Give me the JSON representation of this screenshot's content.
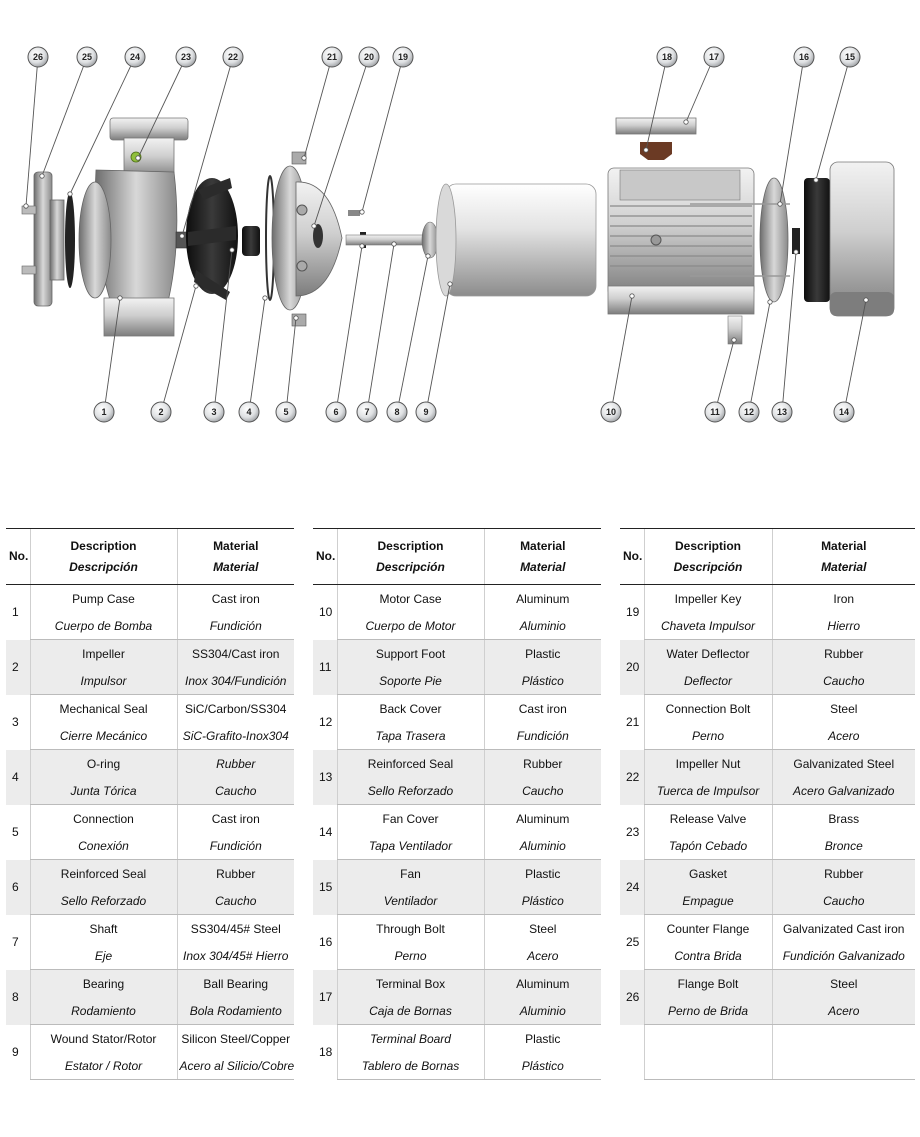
{
  "headers": {
    "no": "No.",
    "description_en": "Description",
    "description_es": "Descripción",
    "material_en": "Material",
    "material_es": "Material"
  },
  "parts": [
    {
      "no": "1",
      "en": "Pump Case",
      "es": "Cuerpo de Bomba",
      "mat_en": "Cast iron",
      "mat_es": "Fundición"
    },
    {
      "no": "2",
      "en": "Impeller",
      "es": "Impulsor",
      "mat_en": "SS304/Cast iron",
      "mat_es": "Inox 304/Fundición"
    },
    {
      "no": "3",
      "en": "Mechanical Seal",
      "es": "Cierre Mecánico",
      "mat_en": "SiC/Carbon/SS304",
      "mat_es": "SiC-Grafito-Inox304"
    },
    {
      "no": "4",
      "en": "O-ring",
      "es": "Junta Tórica",
      "mat_en": "Rubber",
      "mat_es": "Caucho"
    },
    {
      "no": "5",
      "en": "Connection",
      "es": "Conexión",
      "mat_en": "Cast iron",
      "mat_es": "Fundición"
    },
    {
      "no": "6",
      "en": "Reinforced Seal",
      "es": "Sello Reforzado",
      "mat_en": "Rubber",
      "mat_es": "Caucho"
    },
    {
      "no": "7",
      "en": "Shaft",
      "es": "Eje",
      "mat_en": "SS304/45# Steel",
      "mat_es": "Inox 304/45# Hierro"
    },
    {
      "no": "8",
      "en": "Bearing",
      "es": "Rodamiento",
      "mat_en": "Ball Bearing",
      "mat_es": "Bola Rodamiento"
    },
    {
      "no": "9",
      "en": "Wound Stator/Rotor",
      "es": "Estator / Rotor",
      "mat_en": "Silicon Steel/Copper",
      "mat_es": "Acero al Silicio/Cobre"
    },
    {
      "no": "10",
      "en": "Motor Case",
      "es": "Cuerpo de Motor",
      "mat_en": "Aluminum",
      "mat_es": "Aluminio"
    },
    {
      "no": "11",
      "en": "Support Foot",
      "es": "Soporte Pie",
      "mat_en": "Plastic",
      "mat_es": "Plástico"
    },
    {
      "no": "12",
      "en": "Back Cover",
      "es": "Tapa Trasera",
      "mat_en": "Cast iron",
      "mat_es": "Fundición"
    },
    {
      "no": "13",
      "en": "Reinforced Seal",
      "es": "Sello Reforzado",
      "mat_en": "Rubber",
      "mat_es": "Caucho"
    },
    {
      "no": "14",
      "en": "Fan Cover",
      "es": "Tapa Ventilador",
      "mat_en": "Aluminum",
      "mat_es": "Aluminio"
    },
    {
      "no": "15",
      "en": "Fan",
      "es": "Ventilador",
      "mat_en": "Plastic",
      "mat_es": "Plástico"
    },
    {
      "no": "16",
      "en": "Through Bolt",
      "es": "Perno",
      "mat_en": "Steel",
      "mat_es": "Acero"
    },
    {
      "no": "17",
      "en": "Terminal Box",
      "es": "Caja de Bornas",
      "mat_en": "Aluminum",
      "mat_es": "Aluminio"
    },
    {
      "no": "18",
      "en": "Terminal Board",
      "es": "Tablero de Bornas",
      "mat_en": "Plastic",
      "mat_es": "Plástico"
    },
    {
      "no": "19",
      "en": "Impeller Key",
      "es": "Chaveta Impulsor",
      "mat_en": "Iron",
      "mat_es": "Hierro"
    },
    {
      "no": "20",
      "en": "Water Deflector",
      "es": "Deflector",
      "mat_en": "Rubber",
      "mat_es": "Caucho"
    },
    {
      "no": "21",
      "en": "Connection Bolt",
      "es": "Perno",
      "mat_en": "Steel",
      "mat_es": "Acero"
    },
    {
      "no": "22",
      "en": "Impeller Nut",
      "es": "Tuerca de Impulsor",
      "mat_en": "Galvanizated Steel",
      "mat_es": "Acero Galvanizado"
    },
    {
      "no": "23",
      "en": "Release Valve",
      "es": "Tapón Cebado",
      "mat_en": "Brass",
      "mat_es": "Bronce"
    },
    {
      "no": "24",
      "en": "Gasket",
      "es": "Empague",
      "mat_en": "Rubber",
      "mat_es": "Caucho"
    },
    {
      "no": "25",
      "en": "Counter Flange",
      "es": "Contra Brida",
      "mat_en": "Galvanizated Cast iron",
      "mat_es": "Fundición Galvanizado"
    },
    {
      "no": "26",
      "en": "Flange Bolt",
      "es": "Perno de Brida",
      "mat_en": "Steel",
      "mat_es": "Acero"
    }
  ],
  "callouts": [
    "1",
    "2",
    "3",
    "4",
    "5",
    "6",
    "7",
    "8",
    "9",
    "10",
    "11",
    "12",
    "13",
    "14",
    "15",
    "16",
    "17",
    "18",
    "19",
    "20",
    "21",
    "22",
    "23",
    "24",
    "25",
    "26"
  ]
}
